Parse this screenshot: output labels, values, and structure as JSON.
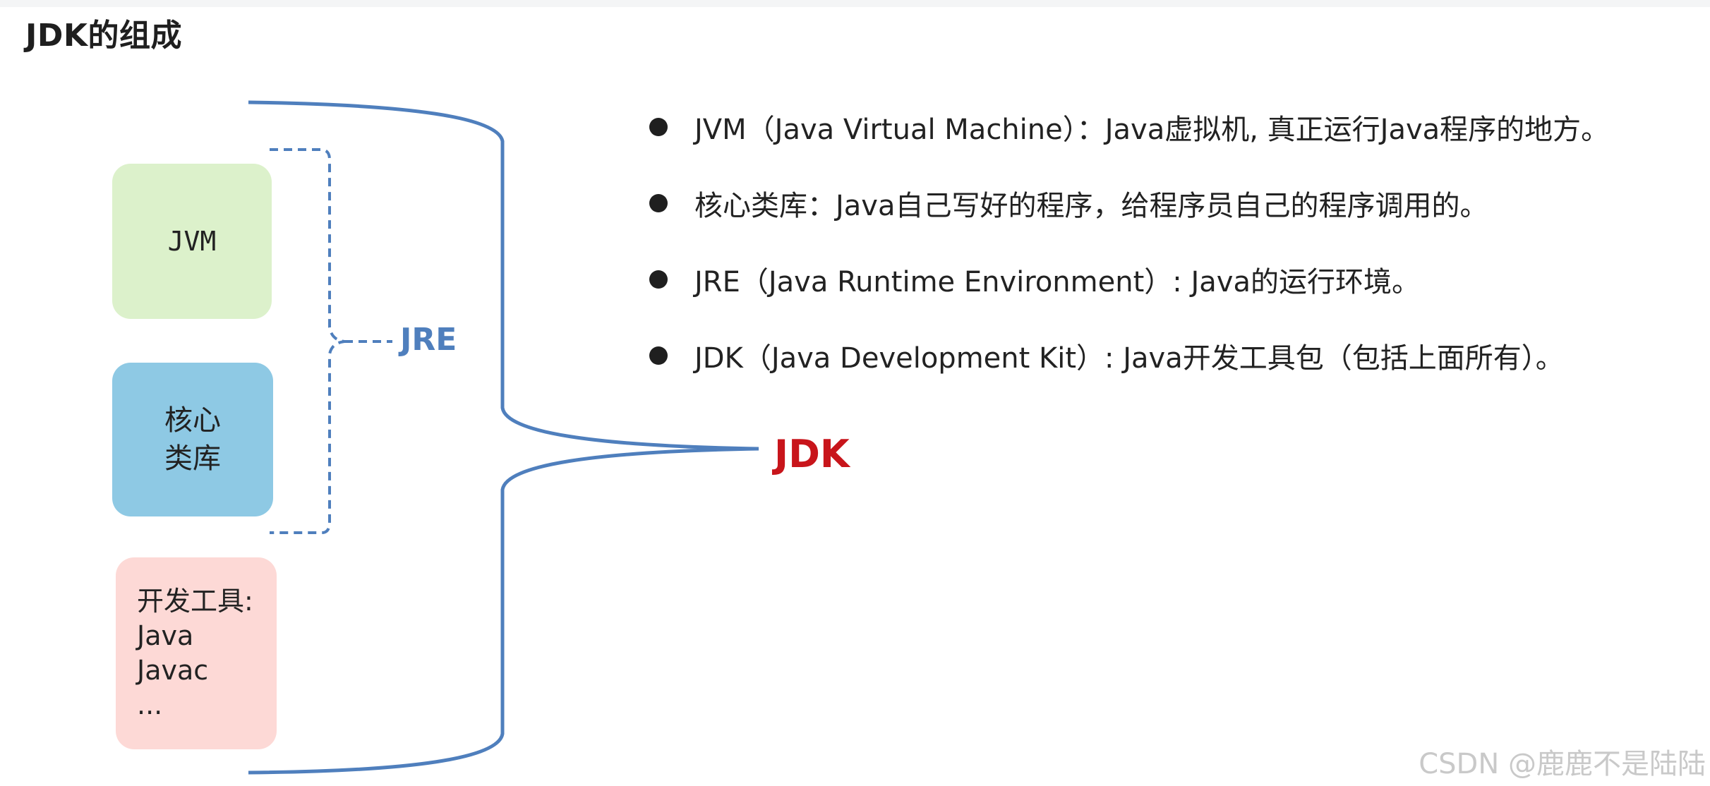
{
  "title": "JDK的组成",
  "boxes": {
    "jvm": "JVM",
    "core": [
      "核心",
      "类库"
    ],
    "tools": [
      "开发工具:",
      "Java",
      "Javac",
      "..."
    ]
  },
  "labels": {
    "jre": "JRE",
    "jdk": "JDK"
  },
  "bullets": [
    "JVM（Java Virtual Machine）：Java虚拟机, 真正运行Java程序的地方。",
    "核心类库：Java自己写好的程序，给程序员自己的程序调用的。",
    "JRE（Java Runtime Environment）: Java的运行环境。",
    "JDK（Java Development Kit）: Java开发工具包（包括上面所有）。"
  ],
  "watermark": "CSDN @鹿鹿不是陆陆",
  "colors": {
    "bracket_line": "#4f7fbd",
    "jre_label": "#4f7fbd",
    "jdk_label": "#c8151b",
    "jvm_box": "#dcf1cb",
    "core_box": "#8ec9e4",
    "tools_box": "#fdd9d6"
  }
}
